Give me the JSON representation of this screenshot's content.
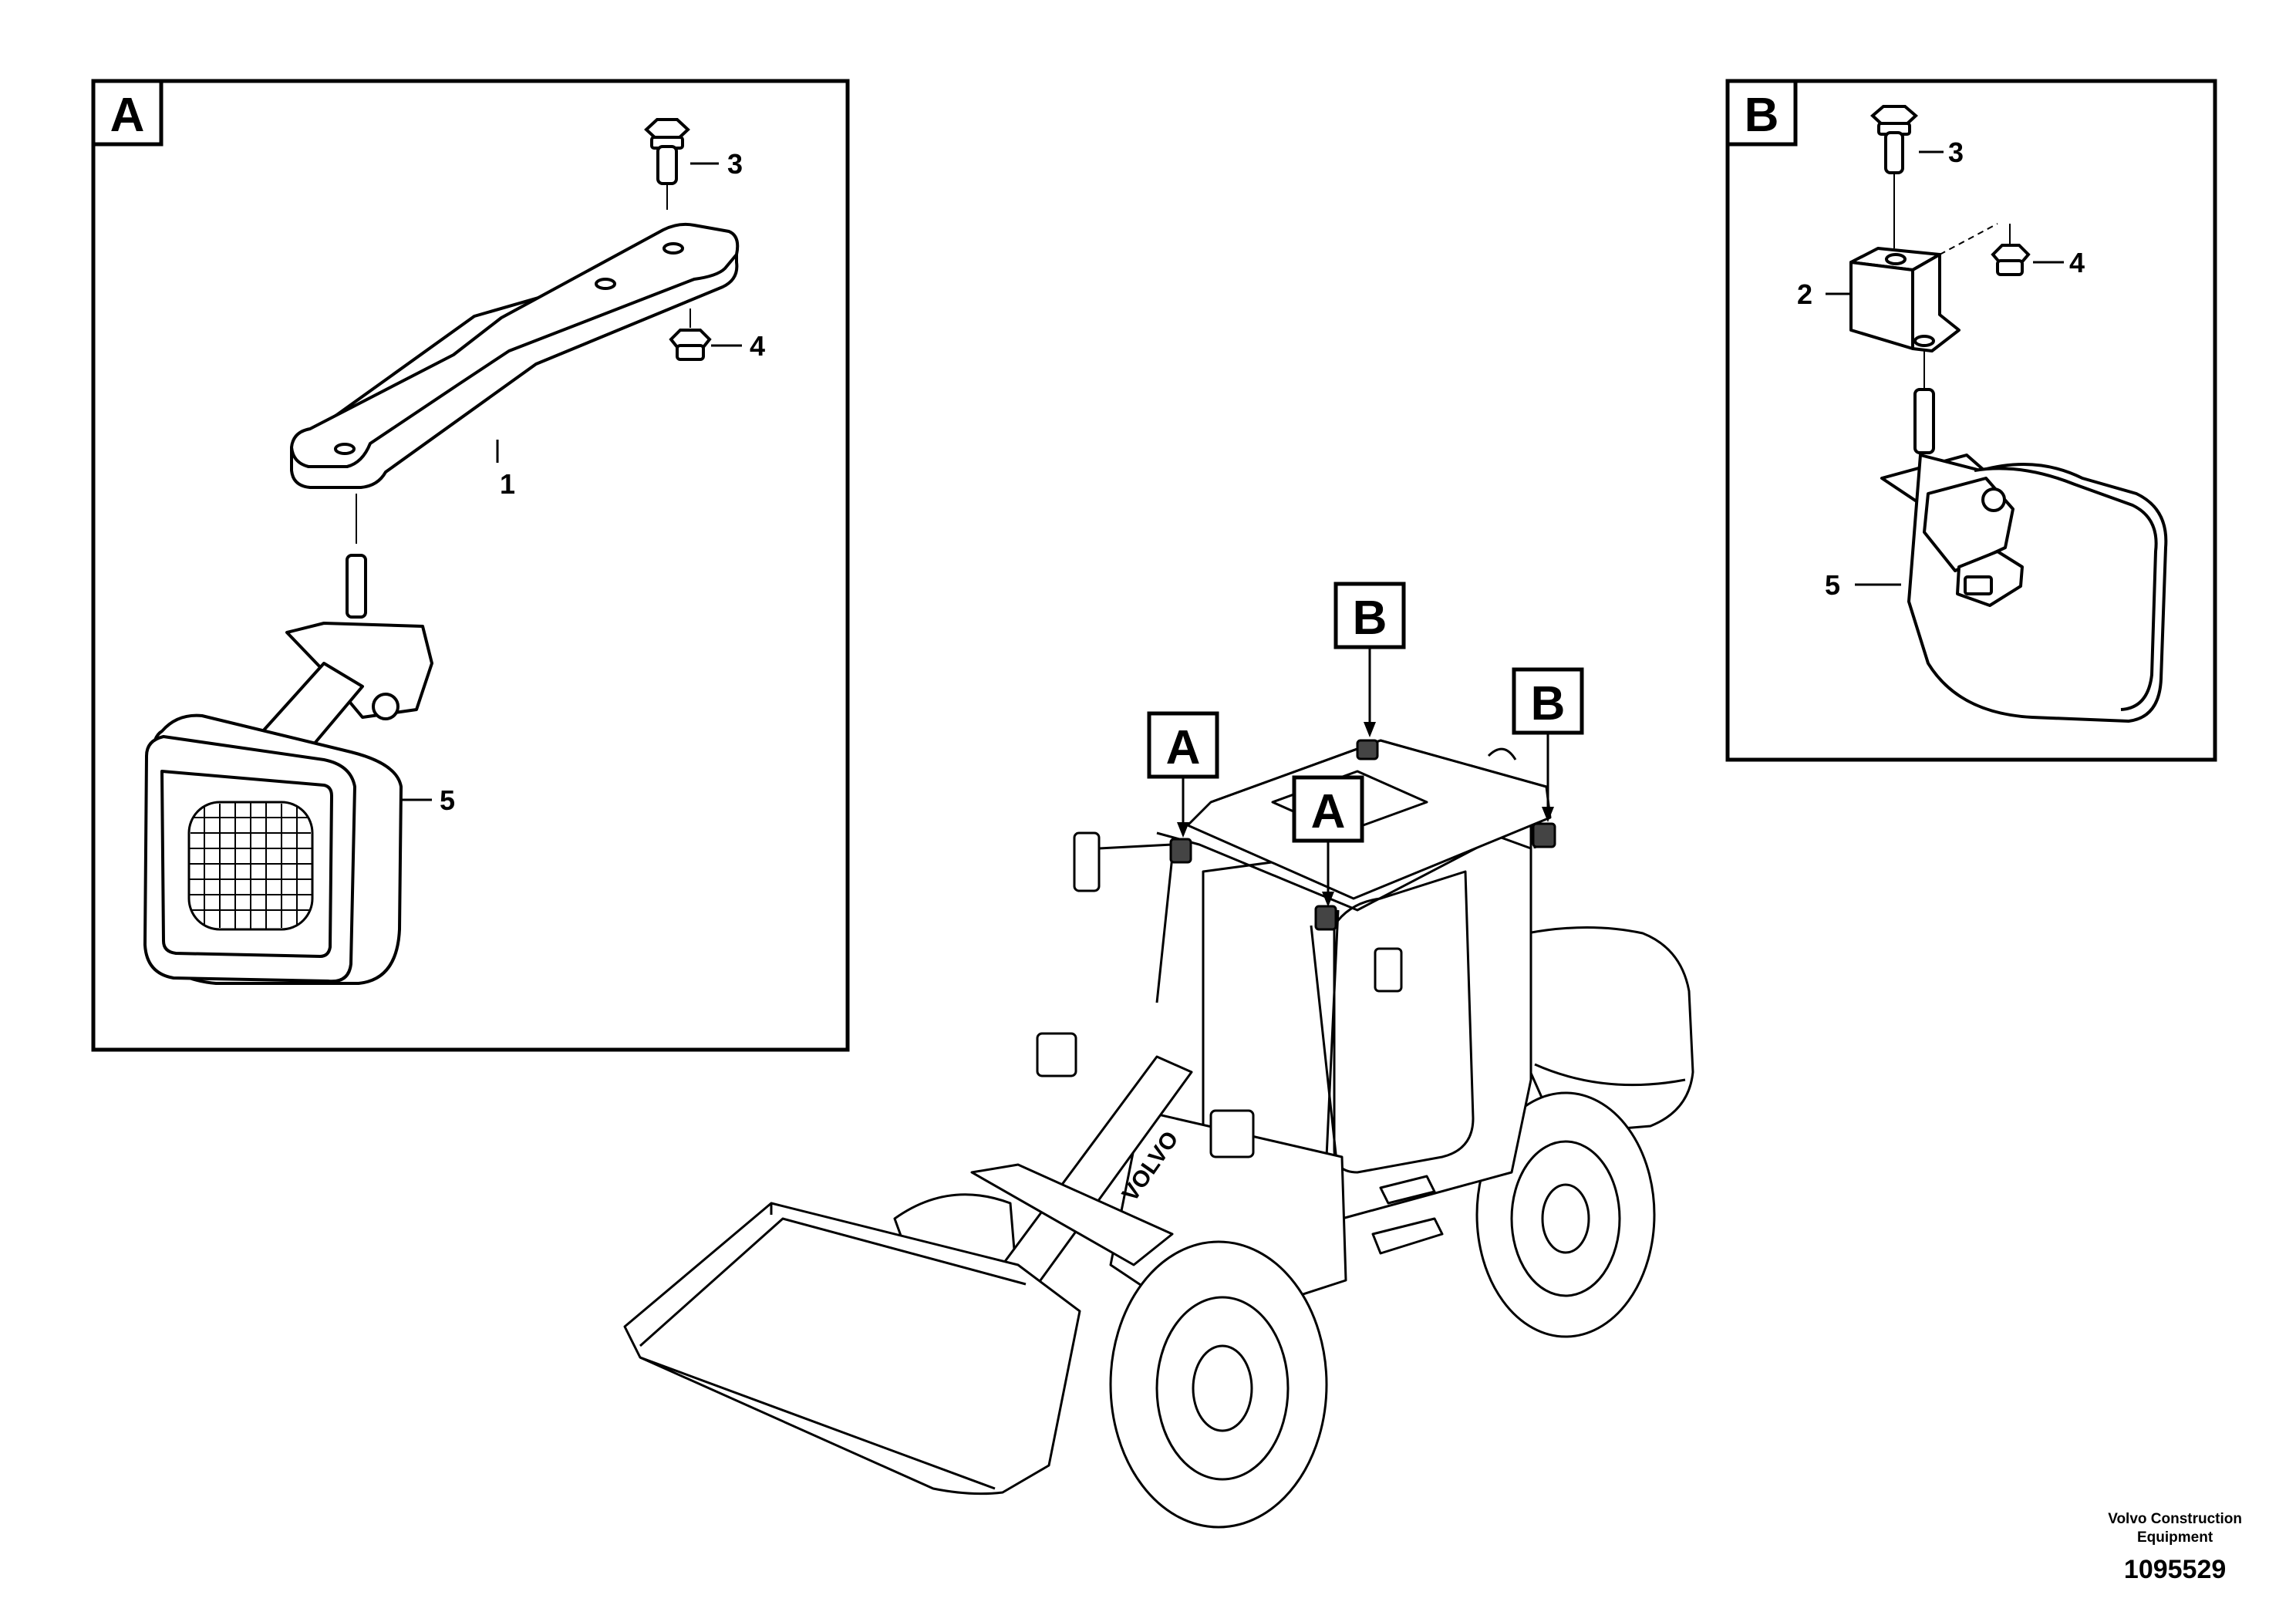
{
  "detail_a": {
    "letter": "A",
    "parts": {
      "bracket": "1",
      "bolt": "3",
      "nut": "4",
      "lamp": "5"
    }
  },
  "detail_b": {
    "letter": "B",
    "parts": {
      "bracket": "2",
      "bolt": "3",
      "nut": "4",
      "lamp": "5"
    }
  },
  "machine_callouts": [
    "A",
    "A",
    "B",
    "B"
  ],
  "brand_on_arm": "VOLVO",
  "footer": {
    "company": "Volvo Construction",
    "company_line2": "Equipment",
    "drawing_number": "1095529"
  }
}
